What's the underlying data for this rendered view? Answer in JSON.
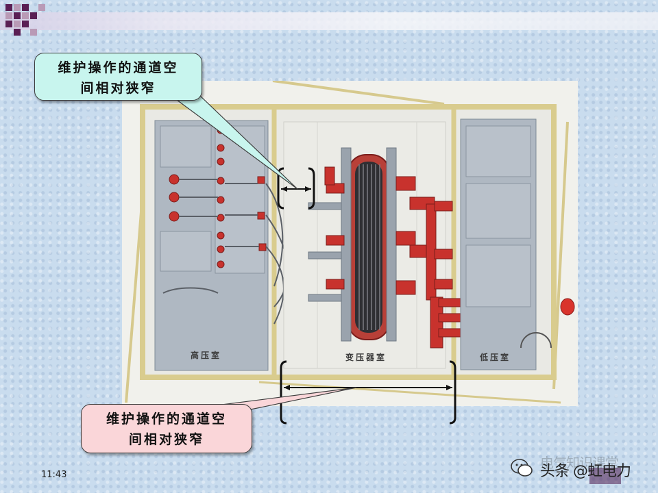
{
  "slide": {
    "time": "11:43",
    "watermark": "头条 @虹电力",
    "watermark_faint": "电气知识课堂"
  },
  "callouts": {
    "top": {
      "line1": "维护操作的通道空",
      "line2": "间相对狭窄"
    },
    "bottom": {
      "line1": "维护操作的通道空",
      "line2": "间相对狭窄"
    }
  },
  "rooms": {
    "high_voltage": "高压室",
    "transformer": "变压器室",
    "low_voltage": "低压室"
  },
  "colors": {
    "background": "#c9dcee",
    "callout_top_fill": "#c8f5ee",
    "callout_bottom_fill": "#fad6d9",
    "accent_red": "#c8322d",
    "frame": "#d9cc8e",
    "panel": "#aeb7c2"
  }
}
